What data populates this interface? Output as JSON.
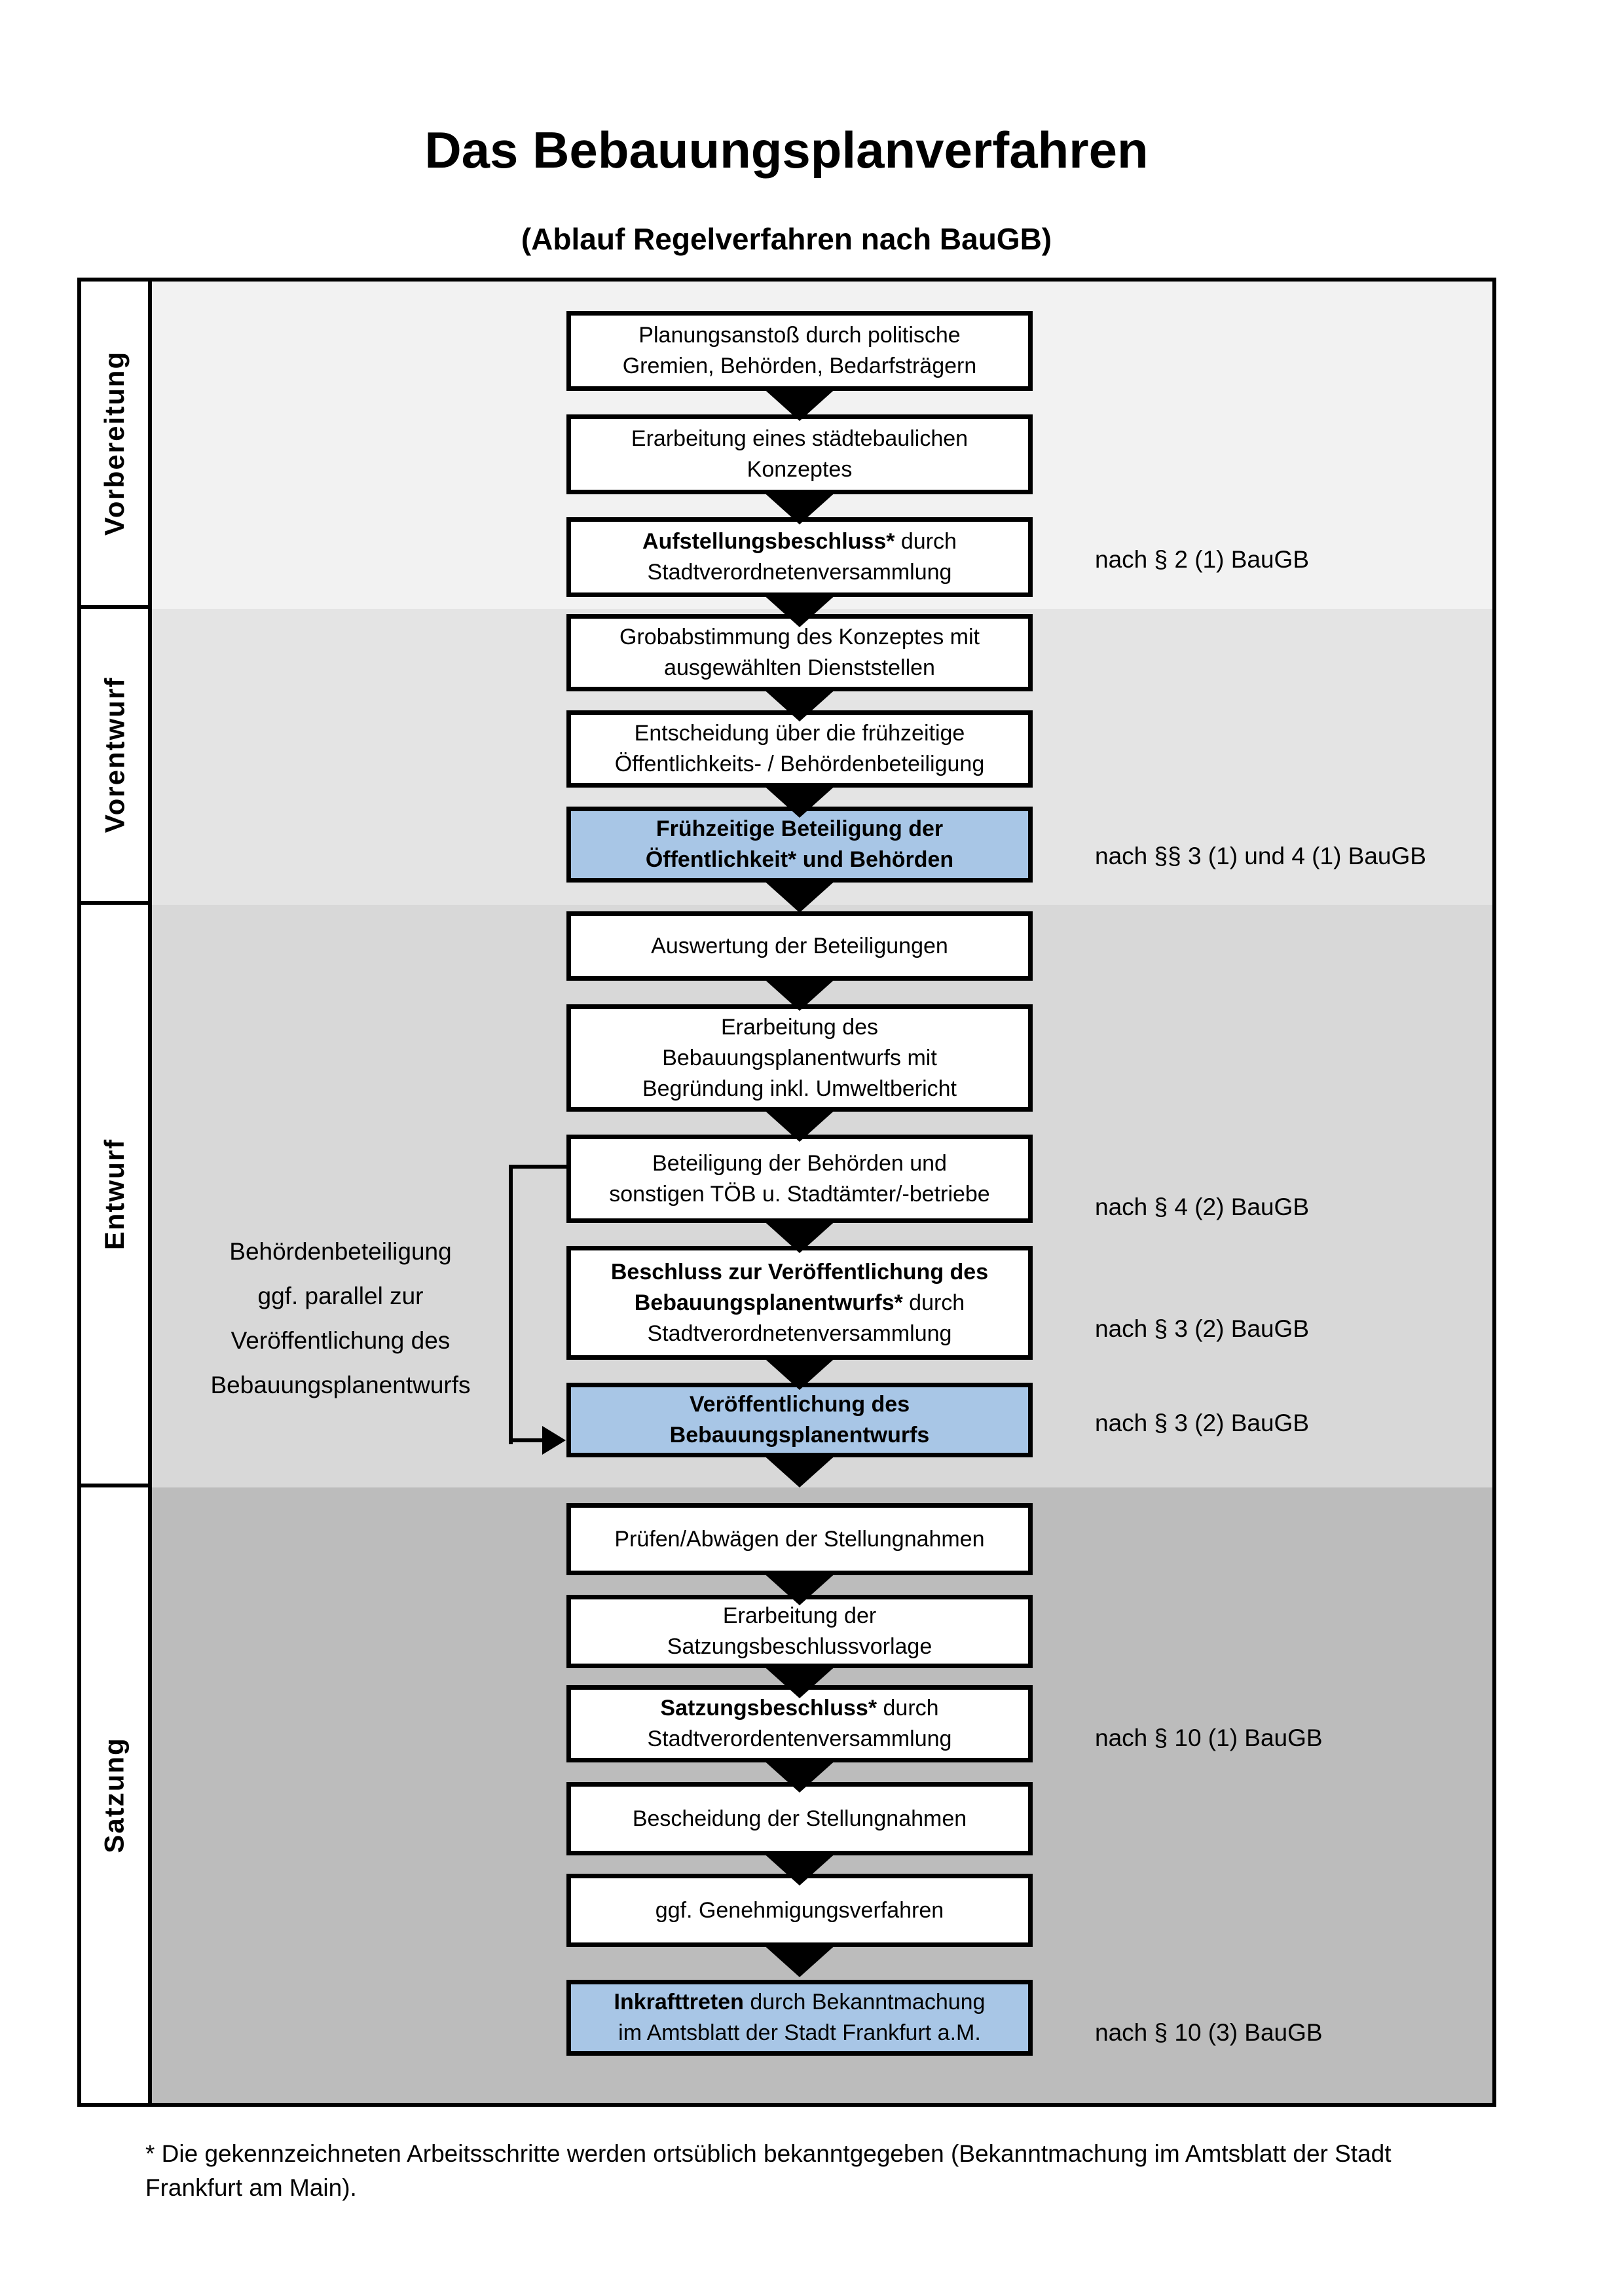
{
  "title": "Das Bebauungsplanverfahren",
  "subtitle": "(Ablauf Regelverfahren nach BauGB)",
  "phases": [
    {
      "label": "Vorbereitung"
    },
    {
      "label": "Vorentwurf"
    },
    {
      "label": "Entwurf"
    },
    {
      "label": "Satzung"
    }
  ],
  "boxes": [
    {
      "highlight": false,
      "lines": [
        [
          {
            "text": "Planungsanstoß durch politische",
            "bold": false
          }
        ],
        [
          {
            "text": "Gremien, Behörden, Bedarfsträgern",
            "bold": false
          }
        ]
      ]
    },
    {
      "highlight": false,
      "lines": [
        [
          {
            "text": "Erarbeitung eines städtebaulichen",
            "bold": false
          }
        ],
        [
          {
            "text": "Konzeptes",
            "bold": false
          }
        ]
      ]
    },
    {
      "highlight": false,
      "lines": [
        [
          {
            "text": "Aufstellungsbeschluss*",
            "bold": true
          },
          {
            "text": " durch",
            "bold": false
          }
        ],
        [
          {
            "text": "Stadtverordnetenversammlung",
            "bold": false
          }
        ]
      ]
    },
    {
      "highlight": false,
      "lines": [
        [
          {
            "text": "Grobabstimmung des Konzeptes mit",
            "bold": false
          }
        ],
        [
          {
            "text": "ausgewählten Dienststellen",
            "bold": false
          }
        ]
      ]
    },
    {
      "highlight": false,
      "lines": [
        [
          {
            "text": "Entscheidung über die frühzeitige",
            "bold": false
          }
        ],
        [
          {
            "text": "Öffentlichkeits- / Behördenbeteiligung",
            "bold": false
          }
        ]
      ]
    },
    {
      "highlight": true,
      "lines": [
        [
          {
            "text": "Frühzeitige Beteiligung der",
            "bold": true
          }
        ],
        [
          {
            "text": "Öffentlichkeit* und Behörden",
            "bold": true
          }
        ]
      ]
    },
    {
      "highlight": false,
      "lines": [
        [
          {
            "text": "Auswertung der Beteiligungen",
            "bold": false
          }
        ]
      ]
    },
    {
      "highlight": false,
      "lines": [
        [
          {
            "text": "Erarbeitung des",
            "bold": false
          }
        ],
        [
          {
            "text": "Bebauungsplanentwurfs mit",
            "bold": false
          }
        ],
        [
          {
            "text": "Begründung inkl. Umweltbericht",
            "bold": false
          }
        ]
      ]
    },
    {
      "highlight": false,
      "lines": [
        [
          {
            "text": "Beteiligung der Behörden und",
            "bold": false
          }
        ],
        [
          {
            "text": "sonstigen TÖB u. Stadtämter/-betriebe",
            "bold": false
          }
        ]
      ]
    },
    {
      "highlight": false,
      "lines": [
        [
          {
            "text": "Beschluss zur Veröffentlichung des",
            "bold": true
          }
        ],
        [
          {
            "text": "Bebauungsplanentwurfs*",
            "bold": true
          },
          {
            "text": " durch",
            "bold": false
          }
        ],
        [
          {
            "text": "Stadtverordnetenversammlung",
            "bold": false
          }
        ]
      ]
    },
    {
      "highlight": true,
      "lines": [
        [
          {
            "text": "Veröffentlichung des",
            "bold": true
          }
        ],
        [
          {
            "text": "Bebauungsplanentwurfs",
            "bold": true
          }
        ]
      ]
    },
    {
      "highlight": false,
      "lines": [
        [
          {
            "text": "Prüfen/Abwägen der Stellungnahmen",
            "bold": false
          }
        ]
      ]
    },
    {
      "highlight": false,
      "lines": [
        [
          {
            "text": "Erarbeitung der",
            "bold": false
          }
        ],
        [
          {
            "text": "Satzungsbeschlussvorlage",
            "bold": false
          }
        ]
      ]
    },
    {
      "highlight": false,
      "lines": [
        [
          {
            "text": "Satzungsbeschluss*",
            "bold": true
          },
          {
            "text": " durch",
            "bold": false
          }
        ],
        [
          {
            "text": "Stadtverordentenversammlung",
            "bold": false
          }
        ]
      ]
    },
    {
      "highlight": false,
      "lines": [
        [
          {
            "text": "Bescheidung der Stellungnahmen",
            "bold": false
          }
        ]
      ]
    },
    {
      "highlight": false,
      "lines": [
        [
          {
            "text": "ggf. Genehmigungsverfahren",
            "bold": false
          }
        ]
      ]
    },
    {
      "highlight": true,
      "lines": [
        [
          {
            "text": "Inkrafttreten",
            "bold": true
          },
          {
            "text": " durch Bekanntmachung",
            "bold": false
          }
        ],
        [
          {
            "text": "im Amtsblatt der Stadt Frankfurt a.M.",
            "bold": false
          }
        ]
      ]
    }
  ],
  "legal_refs": [
    "nach § 2 (1) BauGB",
    "nach §§ 3 (1) und 4 (1) BauGB",
    "nach § 4 (2) BauGB",
    "nach § 3 (2) BauGB",
    "nach § 3 (2) BauGB",
    "nach § 10 (1) BauGB",
    "nach § 10 (3) BauGB"
  ],
  "side_note": {
    "lines": [
      "Behördenbeteiligung",
      "ggf. parallel zur",
      "Veröffentlichung des",
      "Bebauungsplanentwurfs"
    ]
  },
  "footnote": {
    "lines": [
      "* Die gekennzeichneten Arbeitsschritte werden ortsüblich bekanntgegeben (Bekanntmachung im Amtsblatt  der Stadt",
      "Frankfurt am Main)."
    ]
  },
  "colors": {
    "highlight_blue": "#a8c6e6",
    "band_vorbereitung": "#f2f2f2",
    "band_vorentwurf": "#e4e4e4",
    "band_entwurf": "#d8d8d8",
    "band_satzung": "#bcbcbc",
    "line_black": "#000000"
  }
}
